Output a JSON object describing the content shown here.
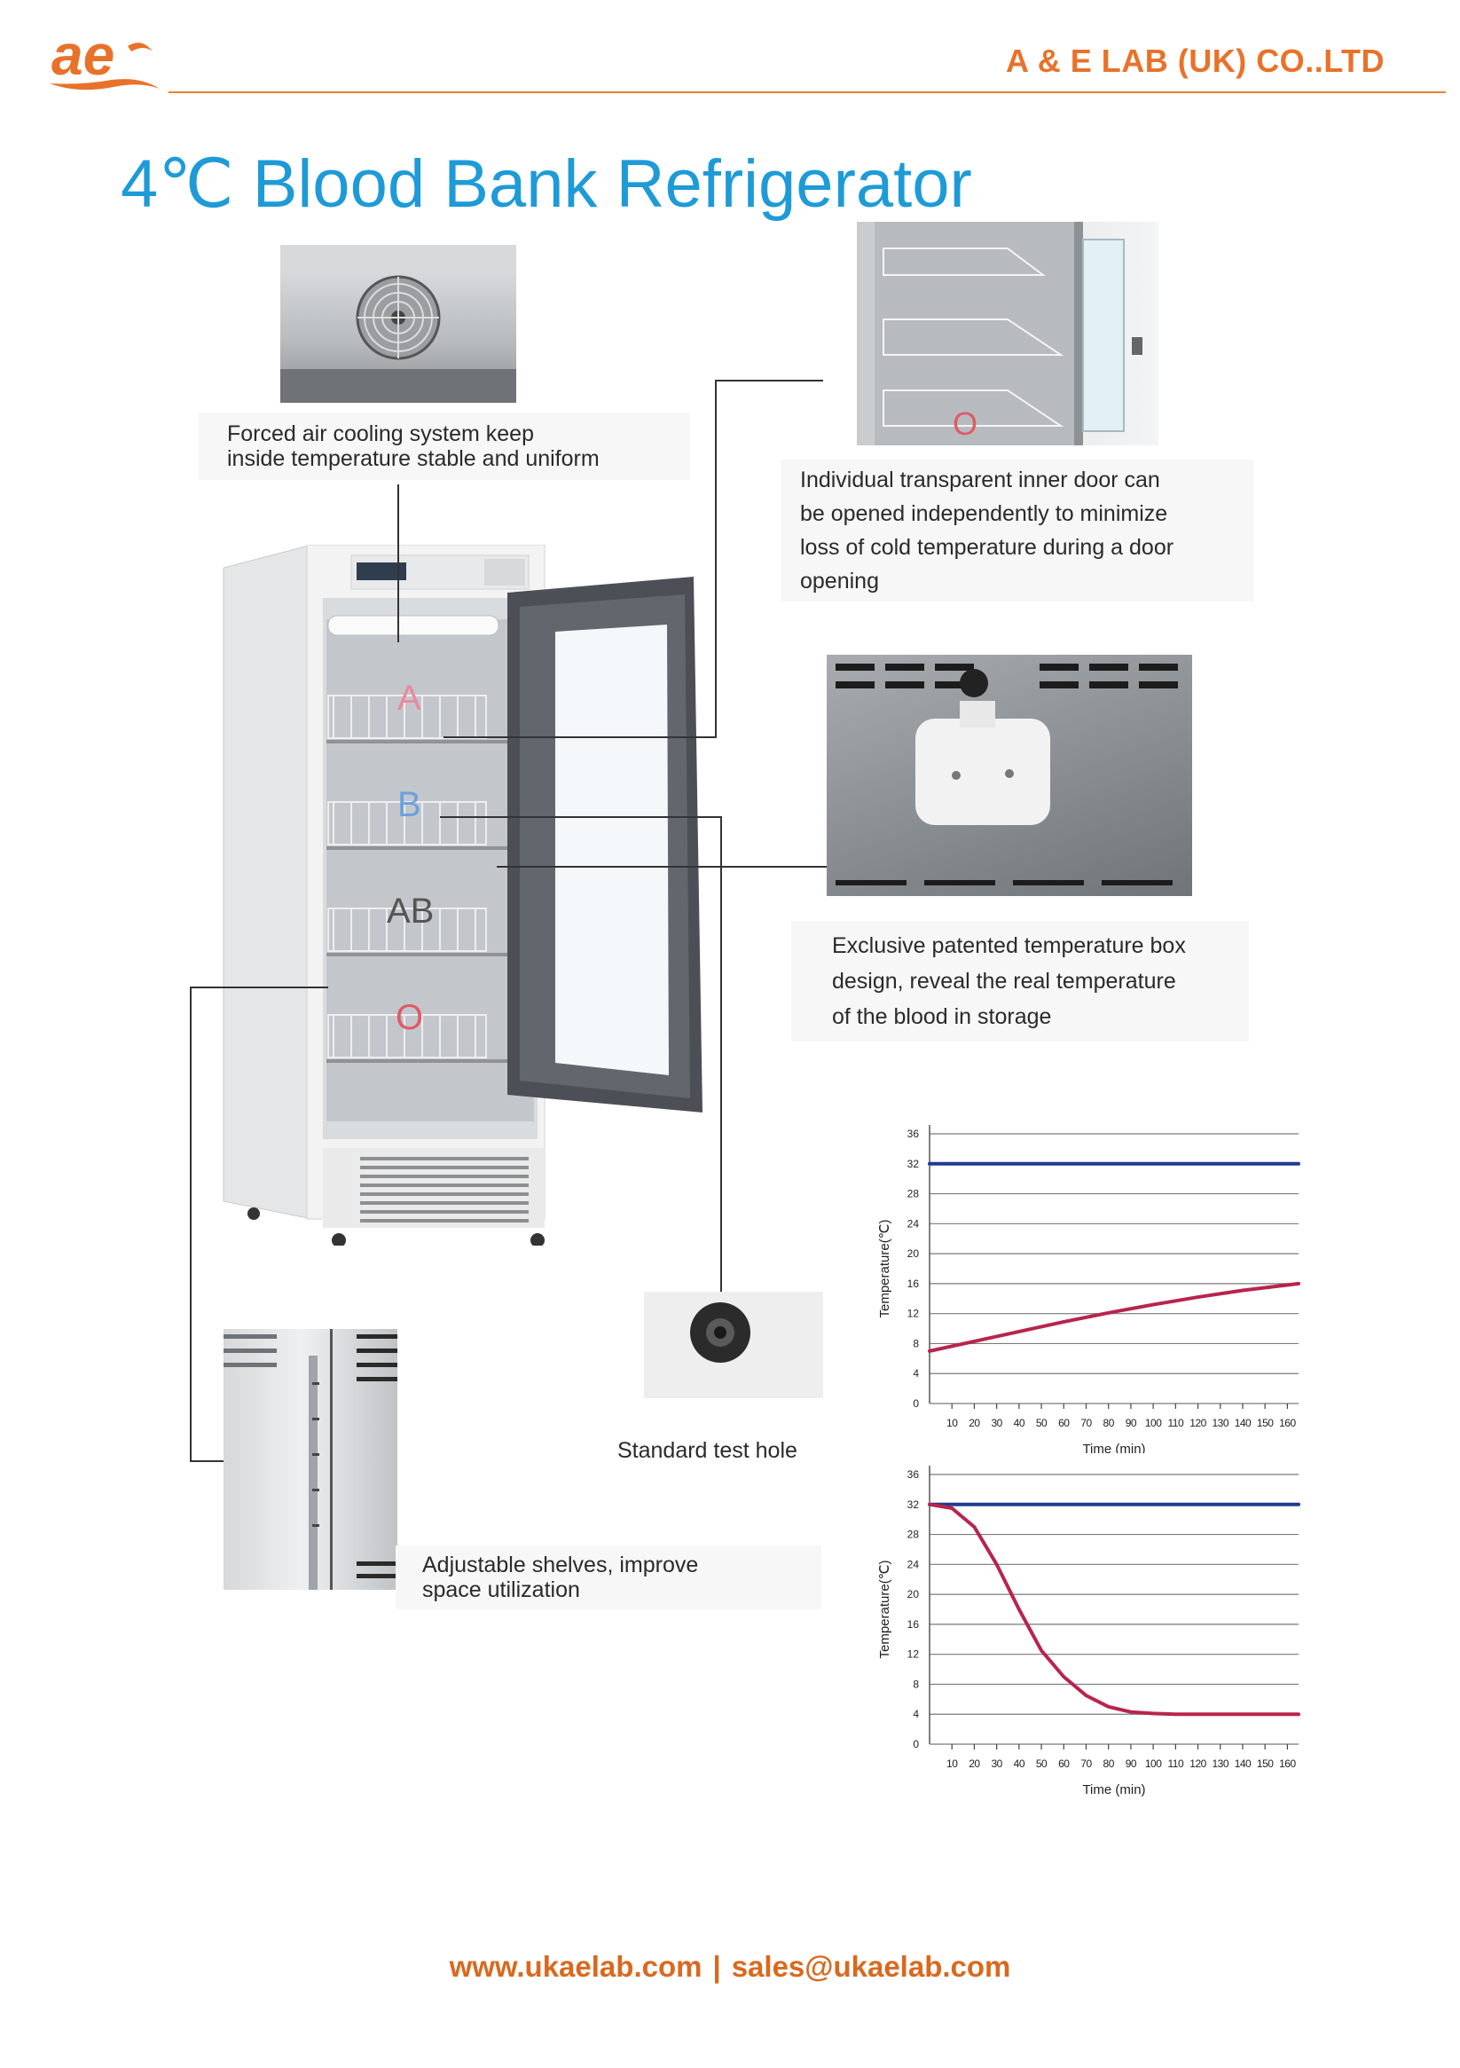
{
  "header": {
    "company": "A & E LAB (UK) CO..LTD",
    "logo_text": "ae",
    "brand_color": "#e8722a"
  },
  "title": "4℃ Blood Bank Refrigerator",
  "captions": {
    "fan_line1": "Forced air cooling system keep",
    "fan_line2": "inside temperature stable and uniform",
    "door_line1": "Individual transparent inner door can",
    "door_line2": "be opened independently to minimize",
    "door_line3": "loss of cold temperature during a door",
    "door_line4": "opening",
    "box_line1": "Exclusive patented temperature box",
    "box_line2": "design, reveal the real temperature",
    "box_line3": "of the blood in storage",
    "test_hole": "Standard test hole",
    "shelves_line1": "Adjustable shelves, improve",
    "shelves_line2": "space utilization"
  },
  "shelf_labels": [
    "A",
    "B",
    "AB",
    "O"
  ],
  "footer": {
    "website": "www.ukaelab.com",
    "separator": "|",
    "email": "sales@ukaelab.com"
  },
  "chart_data": [
    {
      "type": "line",
      "ylabel": "Temperature(℃)",
      "xlabel": "Time (min)",
      "y_ticks": [
        0,
        4,
        8,
        12,
        16,
        20,
        24,
        28,
        32,
        36
      ],
      "x_ticks": [
        10,
        20,
        30,
        40,
        50,
        60,
        70,
        80,
        90,
        100,
        110,
        120,
        130,
        140,
        150,
        160
      ],
      "ylim": [
        0,
        36
      ],
      "xlim": [
        0,
        165
      ],
      "series": [
        {
          "color": "#1f3b8f",
          "x": [
            0,
            165
          ],
          "y": [
            32,
            32
          ]
        },
        {
          "color": "#b8244d",
          "x": [
            0,
            20,
            40,
            60,
            80,
            100,
            120,
            140,
            165
          ],
          "y": [
            7,
            8.3,
            9.6,
            10.9,
            12.1,
            13.2,
            14.2,
            15.1,
            16
          ]
        }
      ]
    },
    {
      "type": "line",
      "ylabel": "Temperature(℃)",
      "xlabel": "Time (min)",
      "y_ticks": [
        0,
        4,
        8,
        12,
        16,
        20,
        24,
        28,
        32,
        36
      ],
      "x_ticks": [
        10,
        20,
        30,
        40,
        50,
        60,
        70,
        80,
        90,
        100,
        110,
        120,
        130,
        140,
        150,
        160
      ],
      "ylim": [
        0,
        36
      ],
      "xlim": [
        0,
        165
      ],
      "series": [
        {
          "color": "#1f3b8f",
          "x": [
            0,
            165
          ],
          "y": [
            32,
            32
          ]
        },
        {
          "color": "#b8244d",
          "x": [
            0,
            10,
            20,
            30,
            40,
            50,
            60,
            70,
            80,
            90,
            100,
            110,
            120,
            140,
            165
          ],
          "y": [
            32,
            31.5,
            29,
            24,
            18,
            12.5,
            9,
            6.5,
            5,
            4.3,
            4.1,
            4,
            4,
            4,
            4
          ]
        }
      ]
    }
  ]
}
